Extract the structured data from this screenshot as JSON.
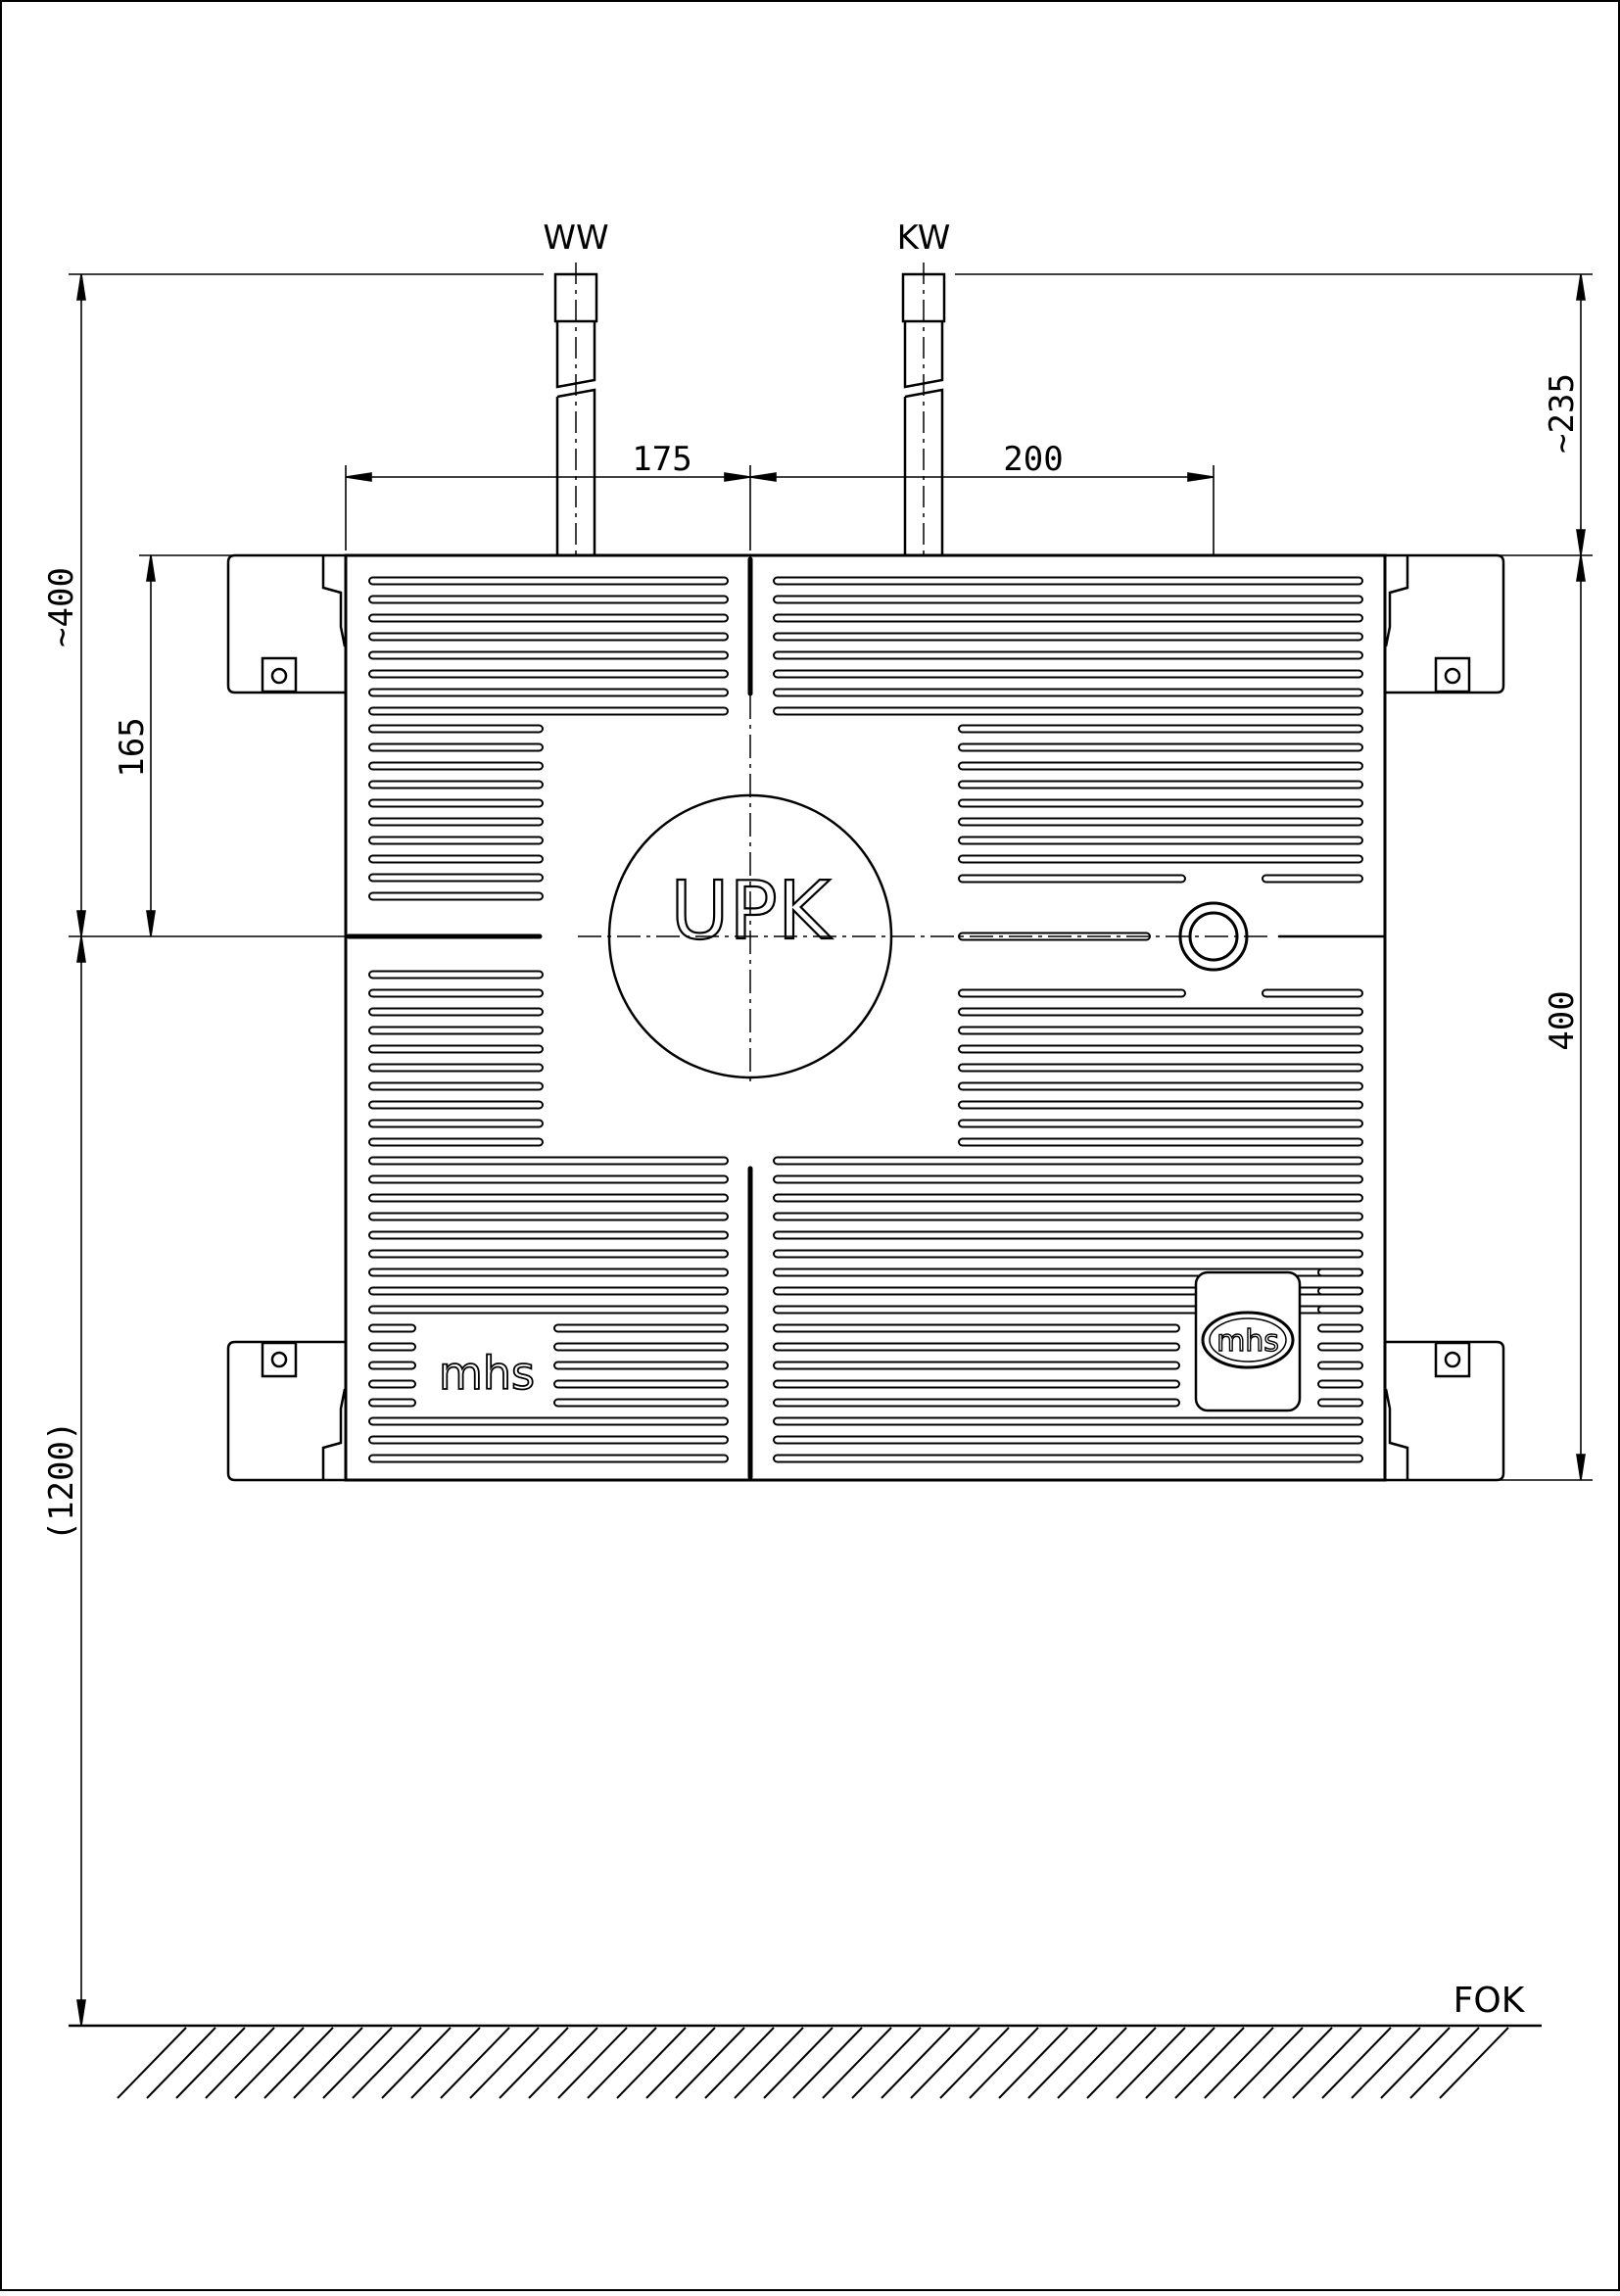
{
  "labels": {
    "warm_water": "WW",
    "cold_water": "KW",
    "floor": "FOK",
    "panel_mark": "UPK",
    "logo_text": "mhs",
    "badge_text": "mhs"
  },
  "dimensions": {
    "left_pipe_to_center": "175",
    "center_to_valve": "200",
    "top_depth": "~235",
    "total_height": "~400",
    "pipe_height": "165",
    "panel_height": "400",
    "floor_height": "(1200)"
  },
  "colors": {
    "ink": "#000000",
    "paper": "#ffffff"
  }
}
